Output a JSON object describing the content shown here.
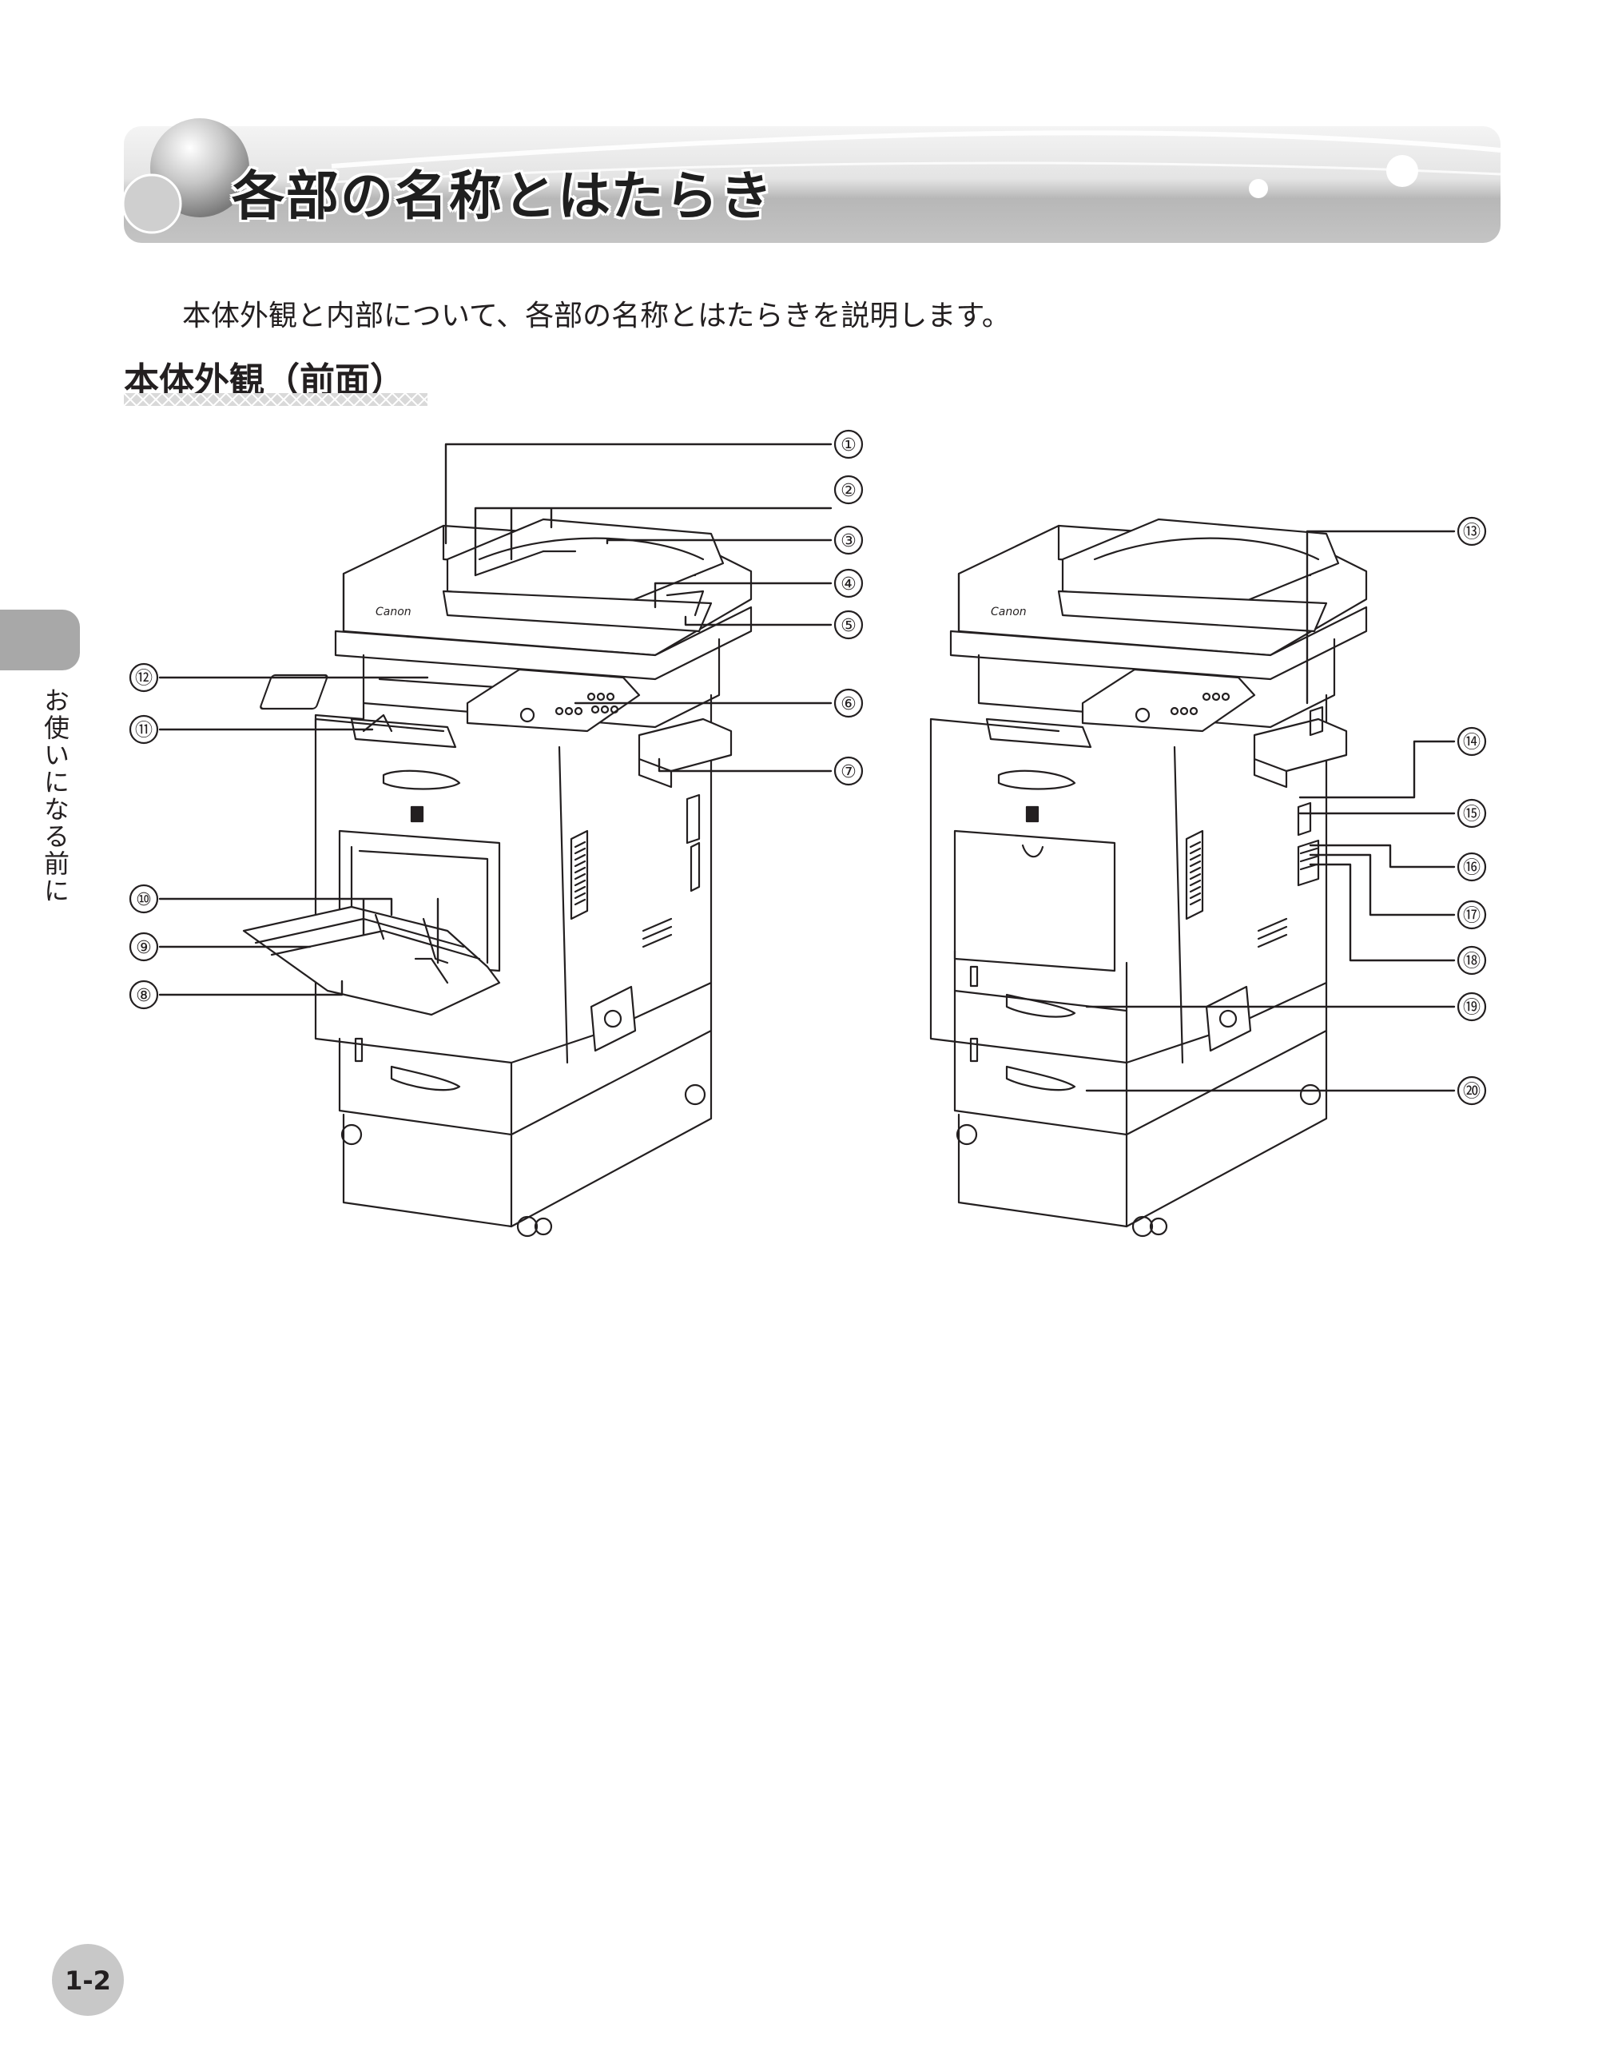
{
  "header": {
    "title": "各部の名称とはたらき"
  },
  "intro": {
    "text": "本体外観と内部について、各部の名称とはたらきを説明します。"
  },
  "section": {
    "heading": "本体外観（前面）"
  },
  "side_tab": {
    "label": "お使いになる前に"
  },
  "footer": {
    "page_number": "1-2"
  },
  "diagram": {
    "front_view": {
      "brand": "Canon",
      "callouts": [
        "①",
        "②",
        "③",
        "④",
        "⑤",
        "⑥",
        "⑦",
        "⑧",
        "⑨",
        "⑩",
        "⑪",
        "⑫"
      ]
    },
    "rear_view": {
      "brand": "Canon",
      "callouts": [
        "⑬",
        "⑭",
        "⑮",
        "⑯",
        "⑰",
        "⑱",
        "⑲",
        "⑳"
      ]
    }
  },
  "colors": {
    "ink": "#231f20",
    "banner_gray": "#b7b7b7",
    "tab_gray": "#a8a8a8",
    "page_circle_gray": "#c8c8c8"
  }
}
